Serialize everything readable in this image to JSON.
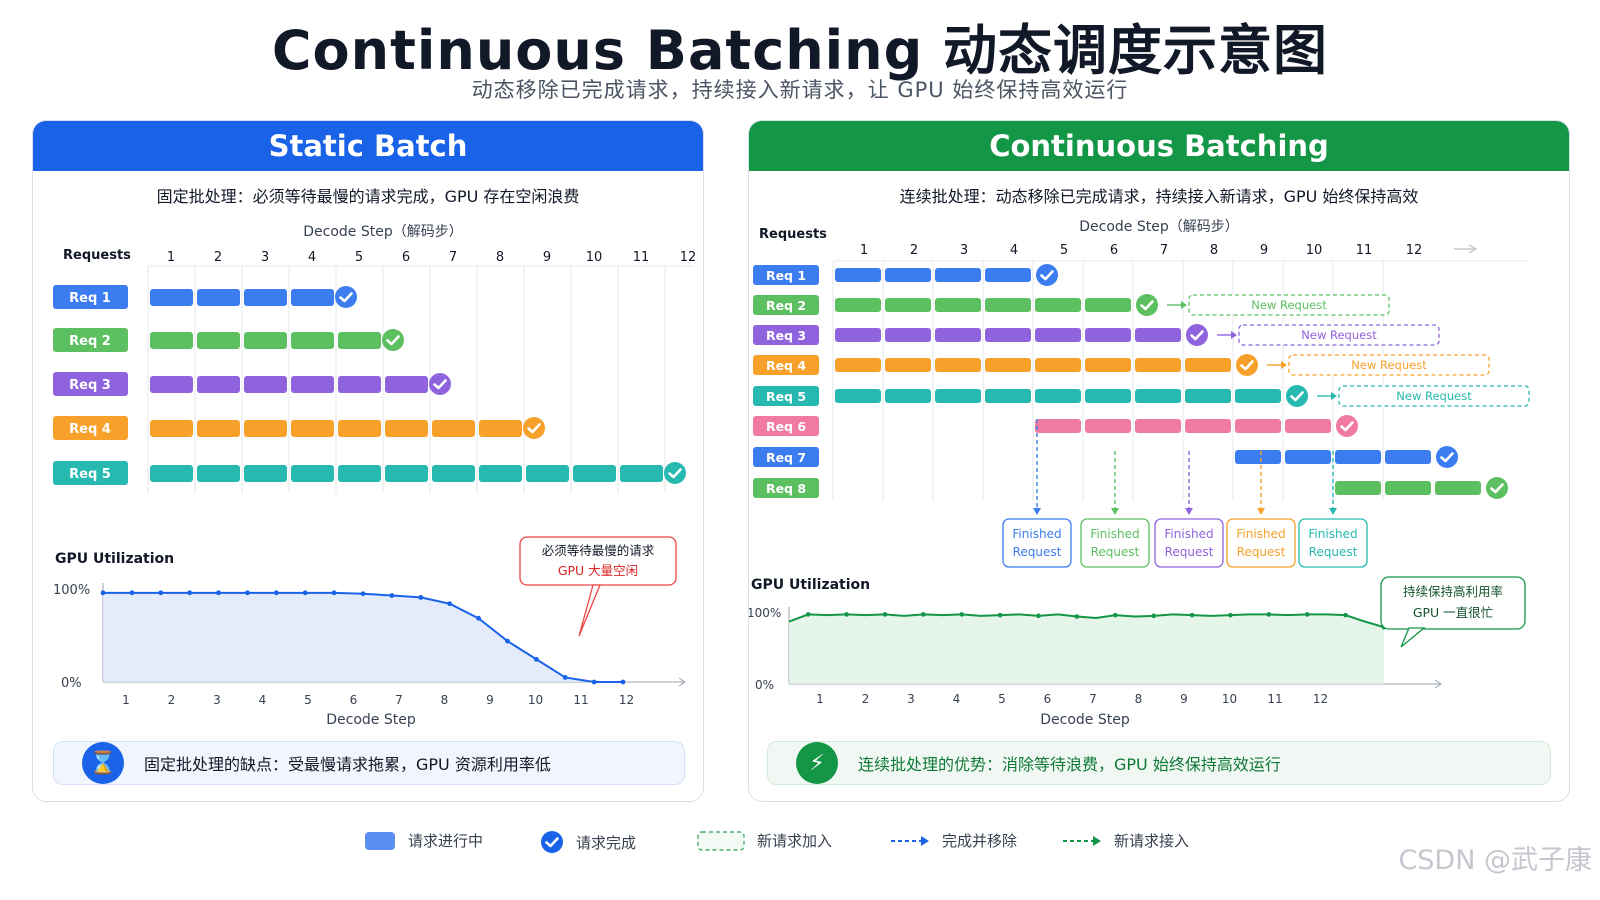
{
  "header": {
    "title": "Continuous Batching 动态调度示意图",
    "subtitle": "动态移除已完成请求，持续接入新请求，让 GPU 始终保持高效运行"
  },
  "colors": {
    "blue": "#3b7df0",
    "green": "#5cbf60",
    "purple": "#8f63de",
    "orange": "#f7a12a",
    "teal": "#26b9b0",
    "pink": "#f07aa0",
    "static_accent": "#1a63e8",
    "continuous_accent": "#139646"
  },
  "static_panel": {
    "title": "Static Batch",
    "description": "固定批处理：必须等待最慢的请求完成，GPU 存在空闲浪费",
    "axis_label": "Decode Step（解码步）",
    "requests_label": "Requests",
    "steps": [
      "1",
      "2",
      "3",
      "4",
      "5",
      "6",
      "7",
      "8",
      "9",
      "10",
      "11",
      "12"
    ],
    "requests": [
      {
        "label": "Req 1",
        "color": "blue",
        "steps": 4
      },
      {
        "label": "Req 2",
        "color": "green",
        "steps": 5
      },
      {
        "label": "Req 3",
        "color": "purple",
        "steps": 6
      },
      {
        "label": "Req 4",
        "color": "orange",
        "steps": 8
      },
      {
        "label": "Req 5",
        "color": "teal",
        "steps": 11
      }
    ],
    "gpu_title": "GPU Utilization",
    "y_top": "100%",
    "y_bottom": "0%",
    "x_label": "Decode Step",
    "callout_line1": "必须等待最慢的请求",
    "callout_line2": "GPU 大量空闲",
    "note": "固定批处理的缺点：受最慢请求拖累，GPU 资源利用率低",
    "note_icon": "hourglass-icon"
  },
  "continuous_panel": {
    "title": "Continuous Batching",
    "description": "连续批处理：动态移除已完成请求，持续接入新请求，GPU 始终保持高效",
    "axis_label": "Decode Step（解码步）",
    "requests_label": "Requests",
    "steps": [
      "1",
      "2",
      "3",
      "4",
      "5",
      "6",
      "7",
      "8",
      "9",
      "10",
      "11",
      "12"
    ],
    "requests": [
      {
        "label": "Req 1",
        "color": "blue",
        "start": 1,
        "steps": 4,
        "new_request": ""
      },
      {
        "label": "Req 2",
        "color": "green",
        "start": 1,
        "steps": 6,
        "new_request": "New Request"
      },
      {
        "label": "Req 3",
        "color": "purple",
        "start": 1,
        "steps": 7,
        "new_request": "New Request"
      },
      {
        "label": "Req 4",
        "color": "orange",
        "start": 1,
        "steps": 8,
        "new_request": "New Request"
      },
      {
        "label": "Req 5",
        "color": "teal",
        "start": 1,
        "steps": 9,
        "new_request": "New Request"
      },
      {
        "label": "Req 6",
        "color": "pink",
        "start": 5,
        "steps": 6,
        "new_request": ""
      },
      {
        "label": "Req 7",
        "color": "blue",
        "start": 9,
        "steps": 4,
        "new_request": ""
      },
      {
        "label": "Req 8",
        "color": "green",
        "start": 11,
        "steps": 3,
        "new_request": ""
      }
    ],
    "finished_label_1": "Finished",
    "finished_label_2": "Request",
    "finished_colors": [
      "blue",
      "green",
      "purple",
      "orange",
      "teal"
    ],
    "gpu_title": "GPU Utilization",
    "y_top": "100%",
    "y_bottom": "0%",
    "x_label": "Decode Step",
    "callout_line1": "持续保持高利用率",
    "callout_line2": "GPU 一直很忙",
    "note": "连续批处理的优势：消除等待浪费，GPU 始终保持高效运行",
    "note_icon": "lightning-icon"
  },
  "gpu_static": [
    98,
    98,
    98,
    98,
    98,
    98,
    98,
    98,
    98,
    97,
    95,
    93,
    86,
    70,
    45,
    25,
    5,
    0,
    0
  ],
  "gpu_continuous": [
    88,
    98,
    97,
    98,
    97,
    98,
    96,
    98,
    97,
    98,
    96,
    97,
    98,
    96,
    98,
    95,
    93,
    97,
    95,
    96,
    98,
    97,
    96,
    97,
    98,
    98,
    97,
    98,
    98,
    97,
    88,
    80
  ],
  "legend": {
    "in_progress": "请求进行中",
    "completed": "请求完成",
    "new_request": "新请求加入",
    "remove": "完成并移除",
    "accept": "新请求接入"
  },
  "watermark": "CSDN @武子康"
}
